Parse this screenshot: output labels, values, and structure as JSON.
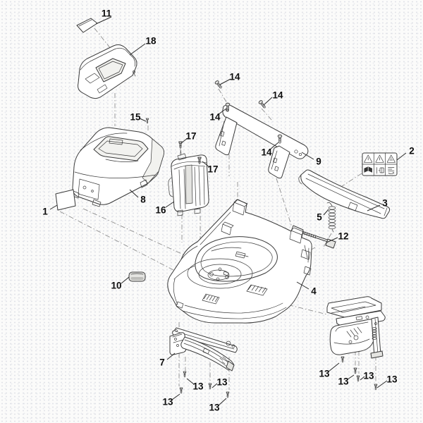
{
  "figure": {
    "type": "exploded-parts-diagram",
    "colors": {
      "line": "#3a3a3a",
      "label": "#0d0d0d",
      "paper": "#fbfbfa",
      "shading": "#e4e4e1"
    },
    "callouts": [
      {
        "text": "11"
      },
      {
        "text": "18"
      },
      {
        "text": "15"
      },
      {
        "text": "17"
      },
      {
        "text": "17"
      },
      {
        "text": "14"
      },
      {
        "text": "14"
      },
      {
        "text": "14"
      },
      {
        "text": "14"
      },
      {
        "text": "9"
      },
      {
        "text": "2"
      },
      {
        "text": "3"
      },
      {
        "text": "5"
      },
      {
        "text": "12"
      },
      {
        "text": "4"
      },
      {
        "text": "8"
      },
      {
        "text": "16"
      },
      {
        "text": "1"
      },
      {
        "text": "10"
      },
      {
        "text": "7"
      },
      {
        "text": "13"
      },
      {
        "text": "13"
      },
      {
        "text": "13"
      },
      {
        "text": "13"
      },
      {
        "text": "13"
      },
      {
        "text": "13"
      },
      {
        "text": "13"
      },
      {
        "text": "13"
      }
    ],
    "warning_label": {
      "grid": "3x2",
      "pictograms": [
        "warning-triangle-icon",
        "warning-triangle-icon",
        "warning-triangle-icon",
        "read-manual-icon",
        "disconnect-icon",
        "rotating-parts-icon"
      ]
    }
  }
}
